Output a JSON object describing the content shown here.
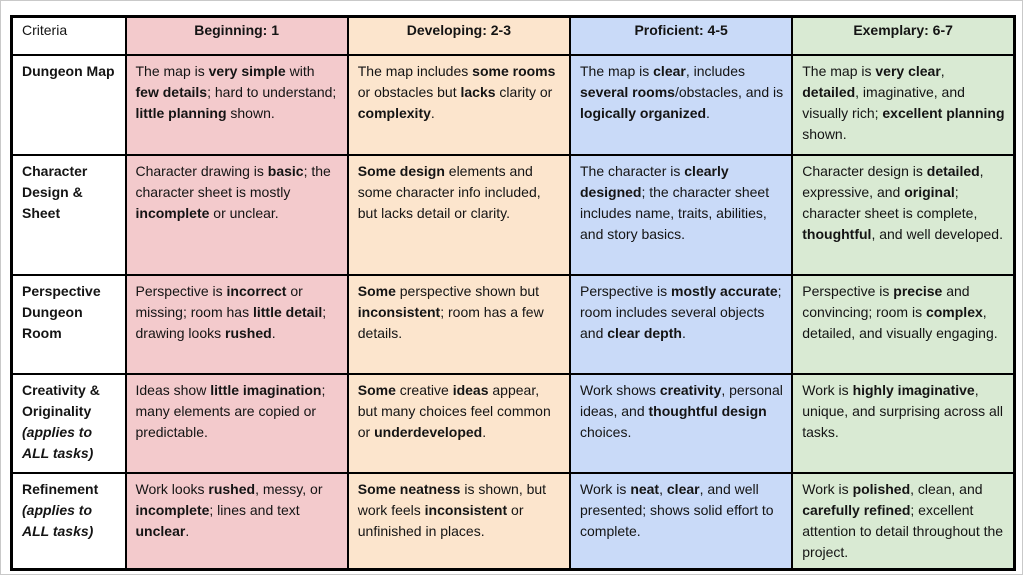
{
  "table": {
    "header": {
      "criteria_label": "Criteria",
      "levels": [
        {
          "label": "Beginning: 1",
          "color": "#f3cacc"
        },
        {
          "label": "Developing: 2-3",
          "color": "#fce5cd"
        },
        {
          "label": "Proficient: 4-5",
          "color": "#c9daf8"
        },
        {
          "label": "Exemplary: 6-7",
          "color": "#d9ead3"
        }
      ]
    },
    "rows": [
      {
        "criteria": "Dungeon Map",
        "note": "",
        "cells": [
          "The map is **very simple** with **few details**; hard to understand; **little planning** shown.",
          "The map includes **some rooms** or obstacles but **lacks** clarity or **complexity**.",
          "The map is **clear**, includes **several rooms**/obstacles, and is **logically organized**.",
          "The map is **very clear**, **detailed**, imaginative, and visually rich; **excellent planning** shown."
        ]
      },
      {
        "criteria": "Character Design & Sheet",
        "note": "",
        "cells": [
          "Character drawing is **basic**; the character sheet is mostly **incomplete** or unclear.",
          "**Some design** elements and some character info included, but lacks detail or clarity.",
          "The character is **clearly designed**; the character sheet includes name, traits, abilities, and story basics.",
          "Character design is **detailed**, expressive, and **original**; character sheet is complete, **thoughtful**, and well developed."
        ]
      },
      {
        "criteria": "Perspective Dungeon Room",
        "note": "",
        "cells": [
          "Perspective is **incorrect** or missing; room has **little detail**; drawing looks **rushed**.",
          "**Some** perspective shown but **inconsistent**; room has a few details.",
          "Perspective is **mostly accurate**; room includes several objects and **clear depth**.",
          "Perspective is **precise** and convincing; room is **complex**, detailed, and visually engaging."
        ]
      },
      {
        "criteria": "Creativity & Originality",
        "note": "(applies to ALL tasks)",
        "cells": [
          "Ideas show **little imagination**; many elements are copied or predictable.",
          "**Some** creative **ideas** appear, but many choices feel common or **underdeveloped**.",
          "Work shows **creativity**, personal ideas, and **thoughtful design** choices.",
          "Work is **highly imaginative**, unique, and surprising across all tasks."
        ]
      },
      {
        "criteria": "Refinement",
        "note": "(applies to ALL tasks)",
        "cells": [
          "Work looks **rushed**, messy, or **incomplete**; lines and text **unclear**.",
          "**Some neatness** is shown, but work feels **inconsistent** or unfinished in places.",
          "Work is **neat**, **clear**, and well presented; shows solid effort to complete.",
          "Work is **polished**, clean, and **carefully refined**; excellent attention to detail throughout the project."
        ]
      }
    ]
  }
}
